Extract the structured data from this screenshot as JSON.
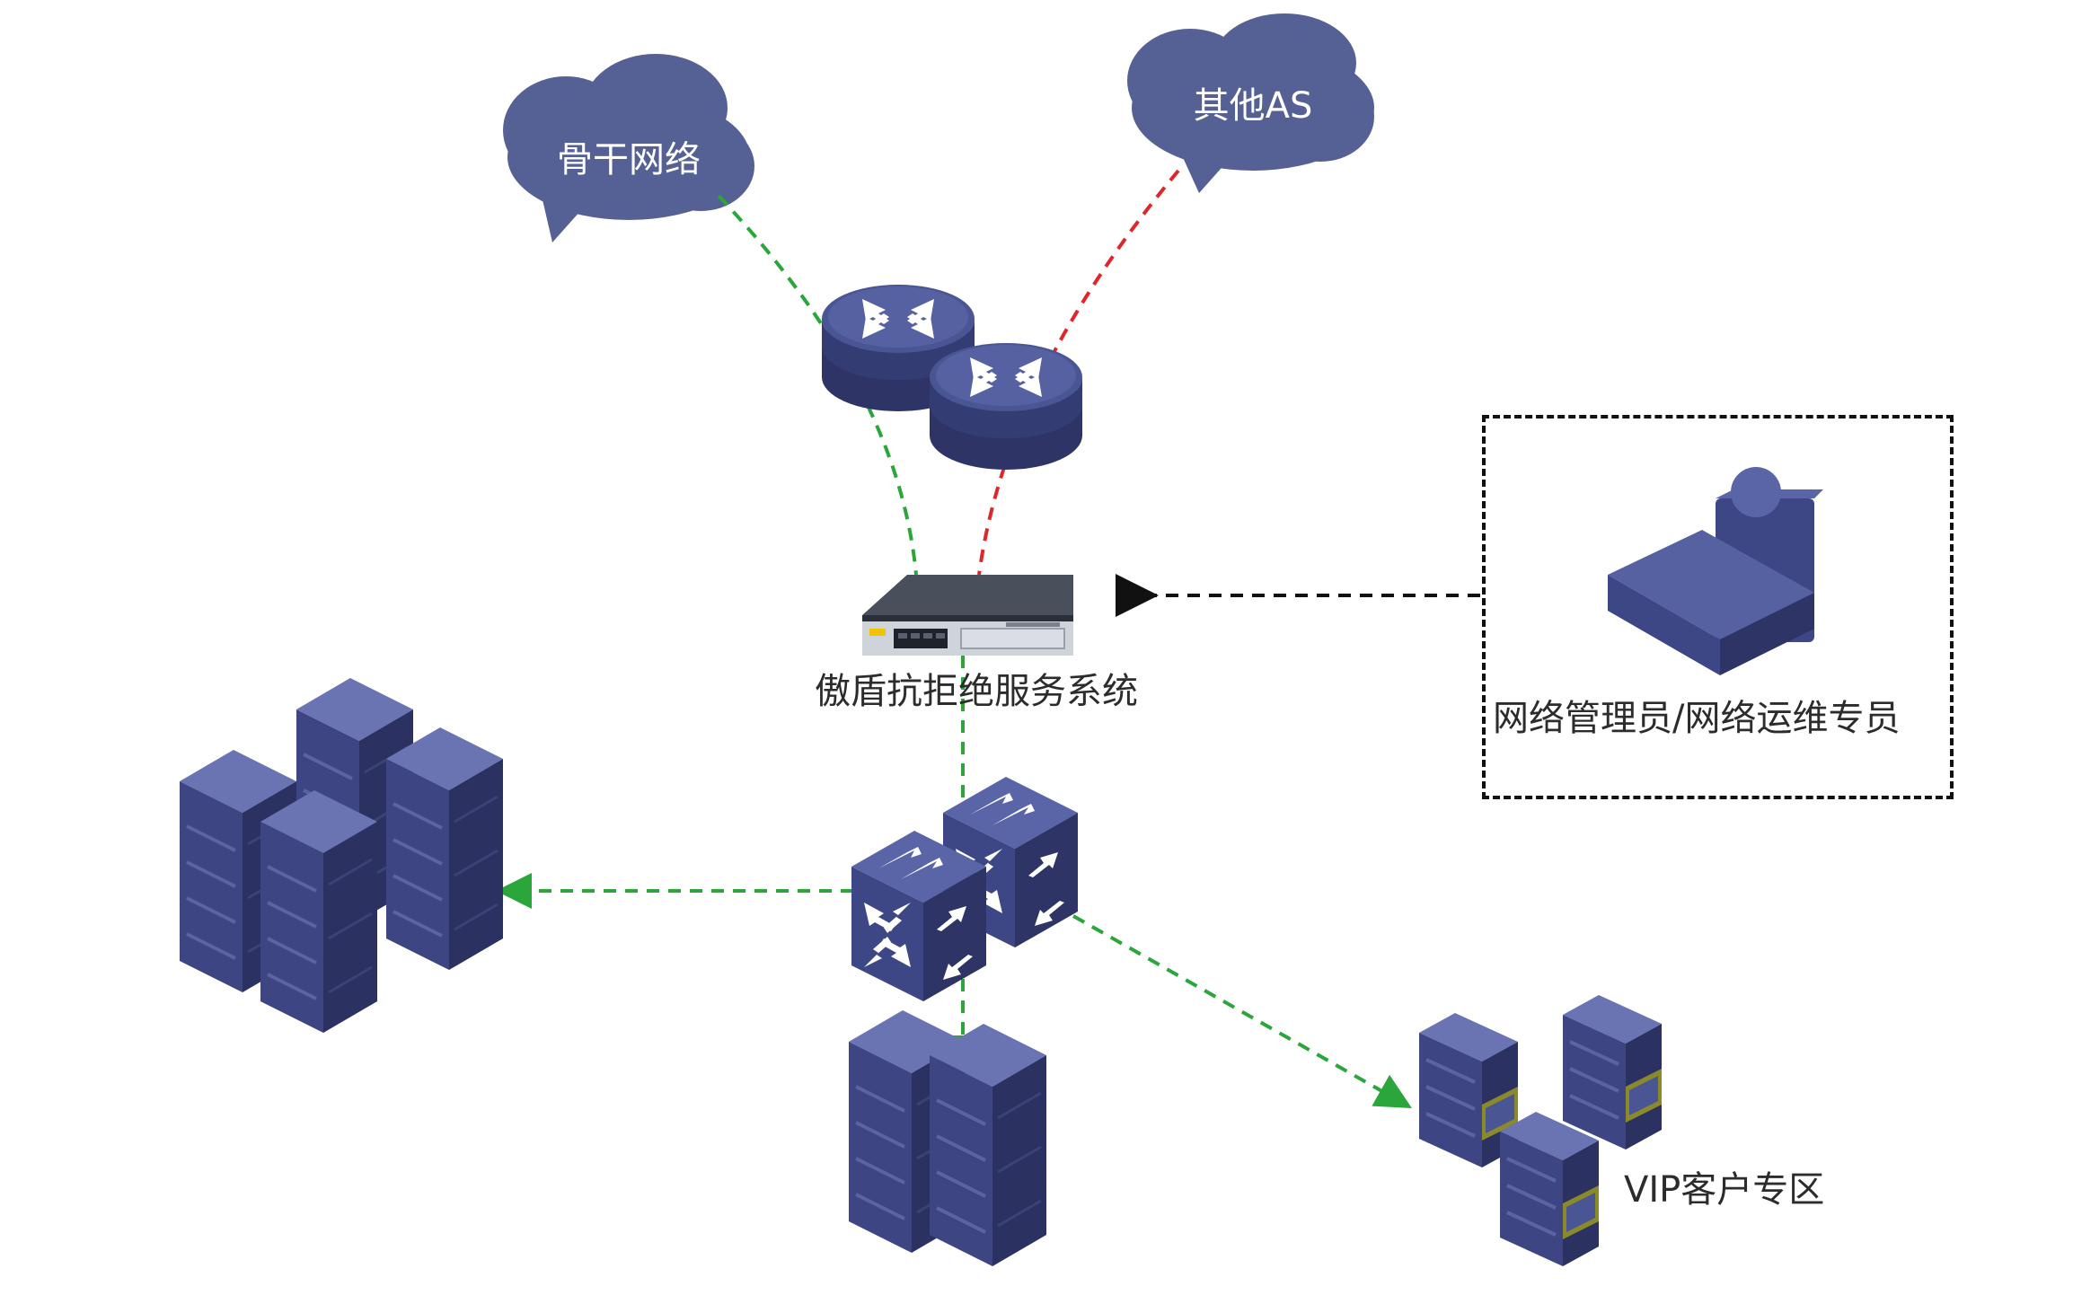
{
  "diagram": {
    "clouds": {
      "backbone": "骨干网络",
      "other_as": "其他AS"
    },
    "devices": {
      "ddos_system": "傲盾抗拒绝服务系统",
      "admin": "网络管理员/网络运维专员",
      "vip_zone": "VIP客户专区"
    },
    "colors": {
      "device": "#4a5593",
      "device_dark": "#2e3566",
      "cloud": "#556094",
      "link_green": "#2aa63a",
      "link_red": "#e0262a",
      "link_black": "#111111"
    }
  }
}
